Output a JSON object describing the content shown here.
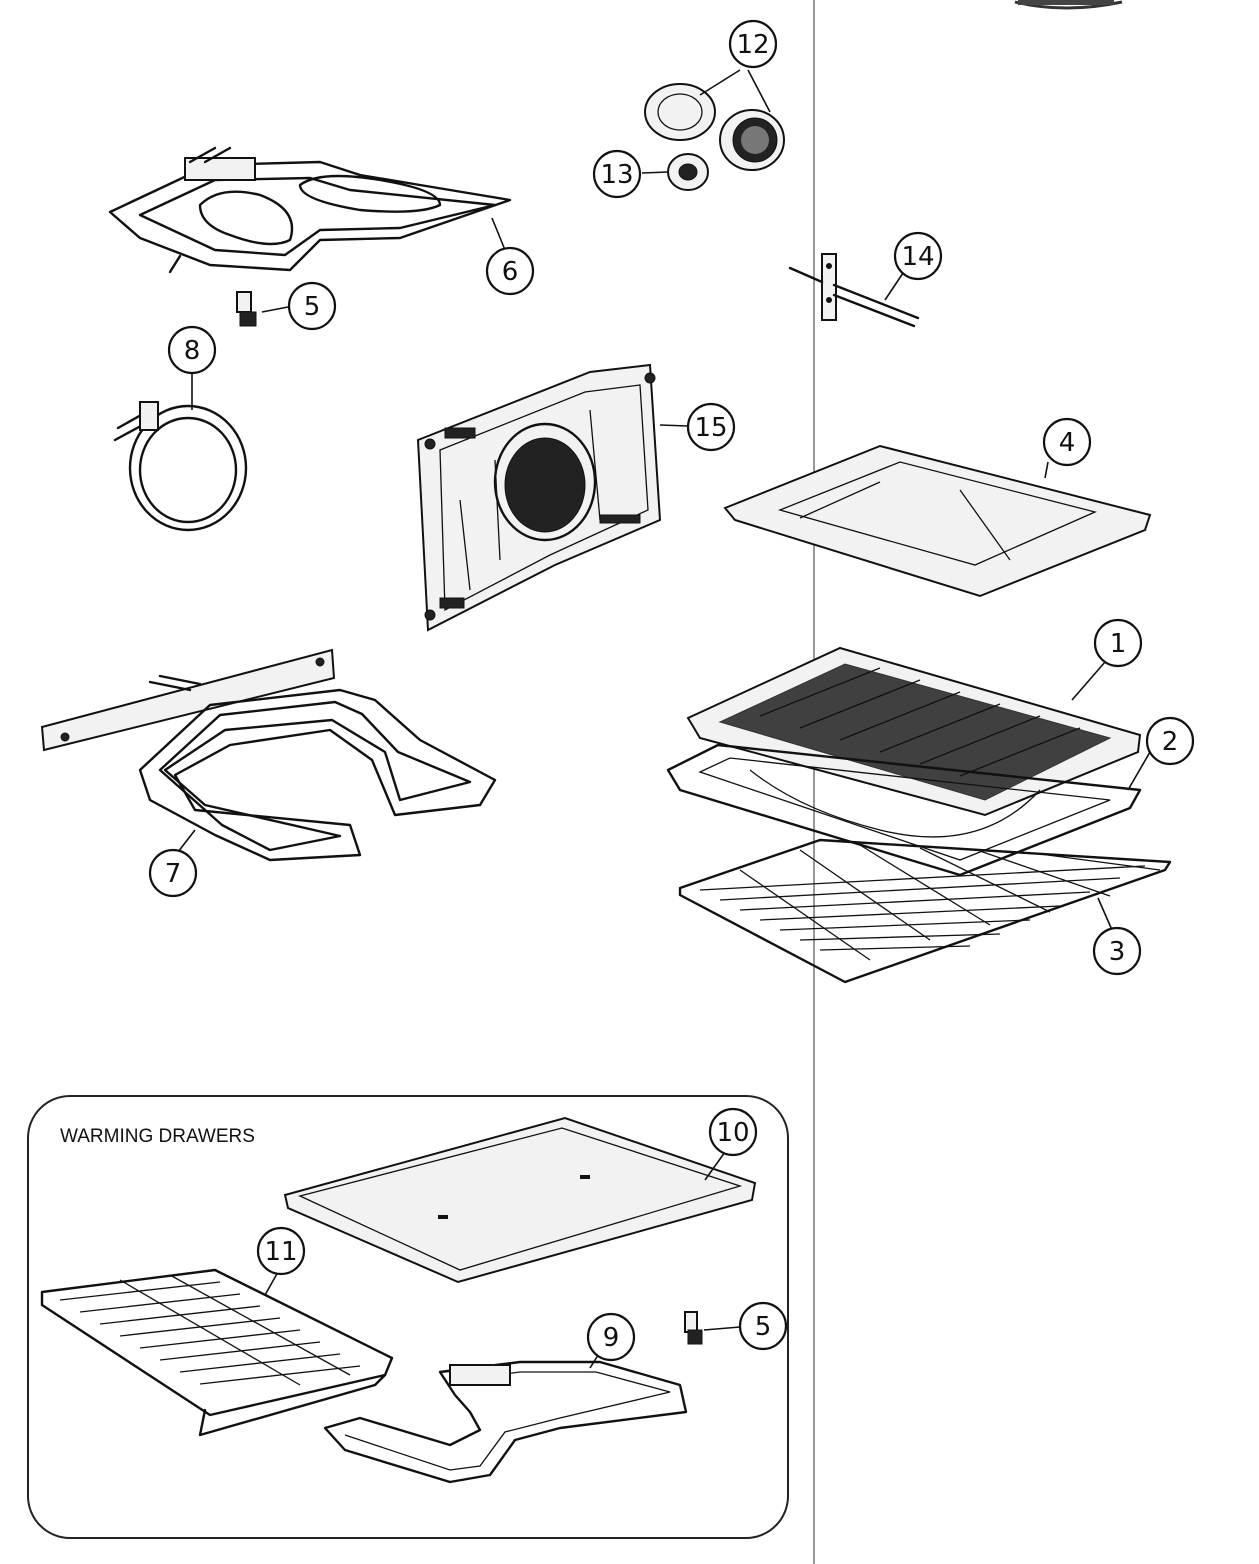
{
  "callouts": {
    "c1": "1",
    "c2": "2",
    "c3": "3",
    "c4": "4",
    "c5a": "5",
    "c5b": "5",
    "c6": "6",
    "c7": "7",
    "c8": "8",
    "c9": "9",
    "c10": "10",
    "c11": "11",
    "c12": "12",
    "c13": "13",
    "c14": "14",
    "c15": "15"
  },
  "warming_drawers": {
    "title": "WARMING DRAWERS"
  }
}
